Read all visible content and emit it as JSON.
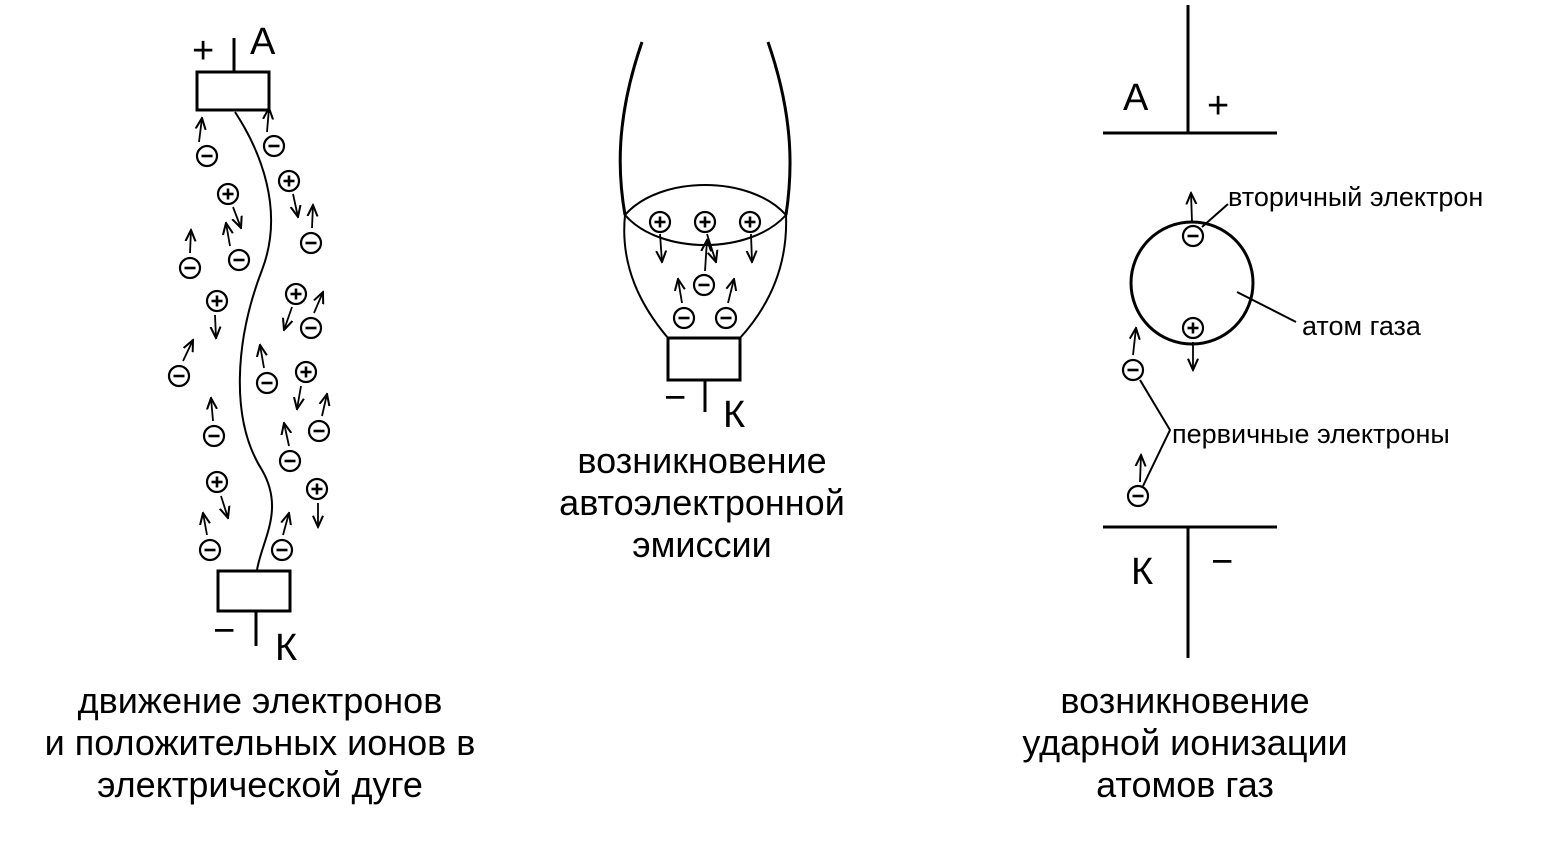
{
  "arc_panel": {
    "anode_label": "А",
    "anode_sign": "+",
    "cathode_label": "К",
    "cathode_sign": "−",
    "caption_lines": [
      "движение электронов",
      "и положительных ионов в",
      "электрической дуге"
    ]
  },
  "emission_panel": {
    "cathode_label": "К",
    "cathode_sign": "−",
    "caption_lines": [
      "возникновение",
      "автоэлектронной",
      "эмиссии"
    ]
  },
  "ionization_panel": {
    "anode_label": "А",
    "anode_sign": "+",
    "cathode_label": "К",
    "cathode_sign": "−",
    "secondary_electron_label": "вторичный электрон",
    "gas_atom_label": "атом газа",
    "primary_electrons_label": "первичные электроны",
    "caption_lines": [
      "возникновение",
      "ударной ионизации",
      "атомов газ"
    ]
  },
  "particle_glyphs": {
    "electron": "−",
    "ion": "+"
  }
}
